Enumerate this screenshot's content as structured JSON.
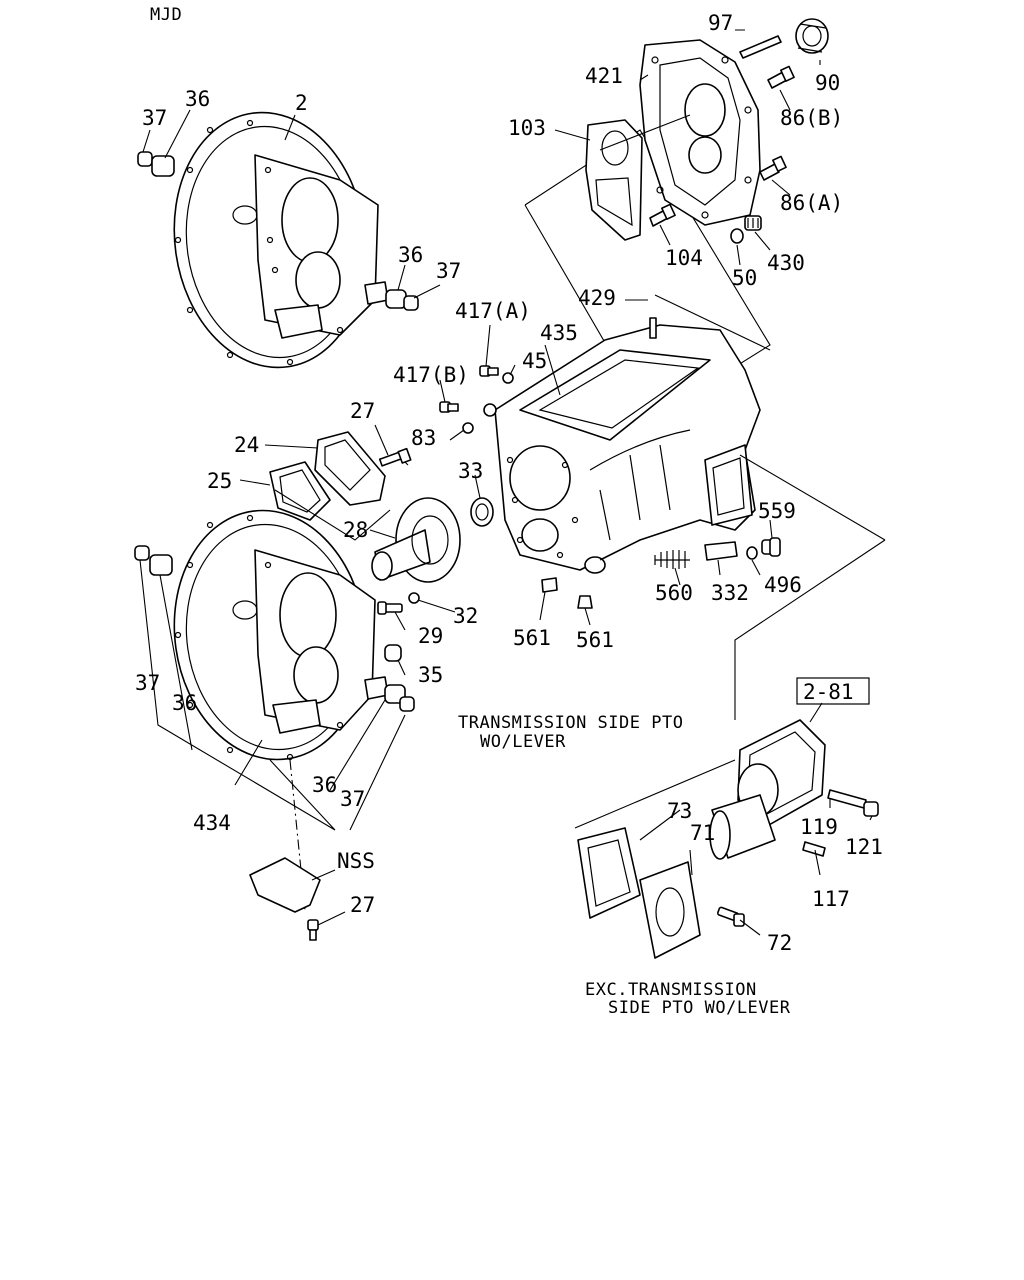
{
  "diagram_code": "MJD",
  "reference_box": "2-81",
  "notes": {
    "side_pto_line1": "TRANSMISSION SIDE PTO",
    "side_pto_line2": "WO/LEVER",
    "exc_line1": "EXC.TRANSMISSION",
    "exc_line2": "SIDE PTO WO/LEVER"
  },
  "callouts": [
    {
      "id": "97",
      "label": "97"
    },
    {
      "id": "90",
      "label": "90"
    },
    {
      "id": "421",
      "label": "421"
    },
    {
      "id": "86b",
      "label": "86(B)"
    },
    {
      "id": "103",
      "label": "103"
    },
    {
      "id": "86a",
      "label": "86(A)"
    },
    {
      "id": "104",
      "label": "104"
    },
    {
      "id": "50",
      "label": "50"
    },
    {
      "id": "430",
      "label": "430"
    },
    {
      "id": "37a",
      "label": "37"
    },
    {
      "id": "36a",
      "label": "36"
    },
    {
      "id": "2",
      "label": "2"
    },
    {
      "id": "36b",
      "label": "36"
    },
    {
      "id": "37b",
      "label": "37"
    },
    {
      "id": "429",
      "label": "429"
    },
    {
      "id": "417a",
      "label": "417(A)"
    },
    {
      "id": "435",
      "label": "435"
    },
    {
      "id": "45",
      "label": "45"
    },
    {
      "id": "417b",
      "label": "417(B)"
    },
    {
      "id": "27a",
      "label": "27"
    },
    {
      "id": "83",
      "label": "83"
    },
    {
      "id": "24",
      "label": "24"
    },
    {
      "id": "25",
      "label": "25"
    },
    {
      "id": "33",
      "label": "33"
    },
    {
      "id": "28",
      "label": "28"
    },
    {
      "id": "559",
      "label": "559"
    },
    {
      "id": "560",
      "label": "560"
    },
    {
      "id": "332",
      "label": "332"
    },
    {
      "id": "496",
      "label": "496"
    },
    {
      "id": "32",
      "label": "32"
    },
    {
      "id": "29",
      "label": "29"
    },
    {
      "id": "561a",
      "label": "561"
    },
    {
      "id": "561b",
      "label": "561"
    },
    {
      "id": "35",
      "label": "35"
    },
    {
      "id": "37c",
      "label": "37"
    },
    {
      "id": "36c",
      "label": "36"
    },
    {
      "id": "434",
      "label": "434"
    },
    {
      "id": "36d",
      "label": "36"
    },
    {
      "id": "37d",
      "label": "37"
    },
    {
      "id": "nss",
      "label": "NSS"
    },
    {
      "id": "27b",
      "label": "27"
    },
    {
      "id": "73",
      "label": "73"
    },
    {
      "id": "71",
      "label": "71"
    },
    {
      "id": "119",
      "label": "119"
    },
    {
      "id": "121",
      "label": "121"
    },
    {
      "id": "117",
      "label": "117"
    },
    {
      "id": "72",
      "label": "72"
    }
  ]
}
